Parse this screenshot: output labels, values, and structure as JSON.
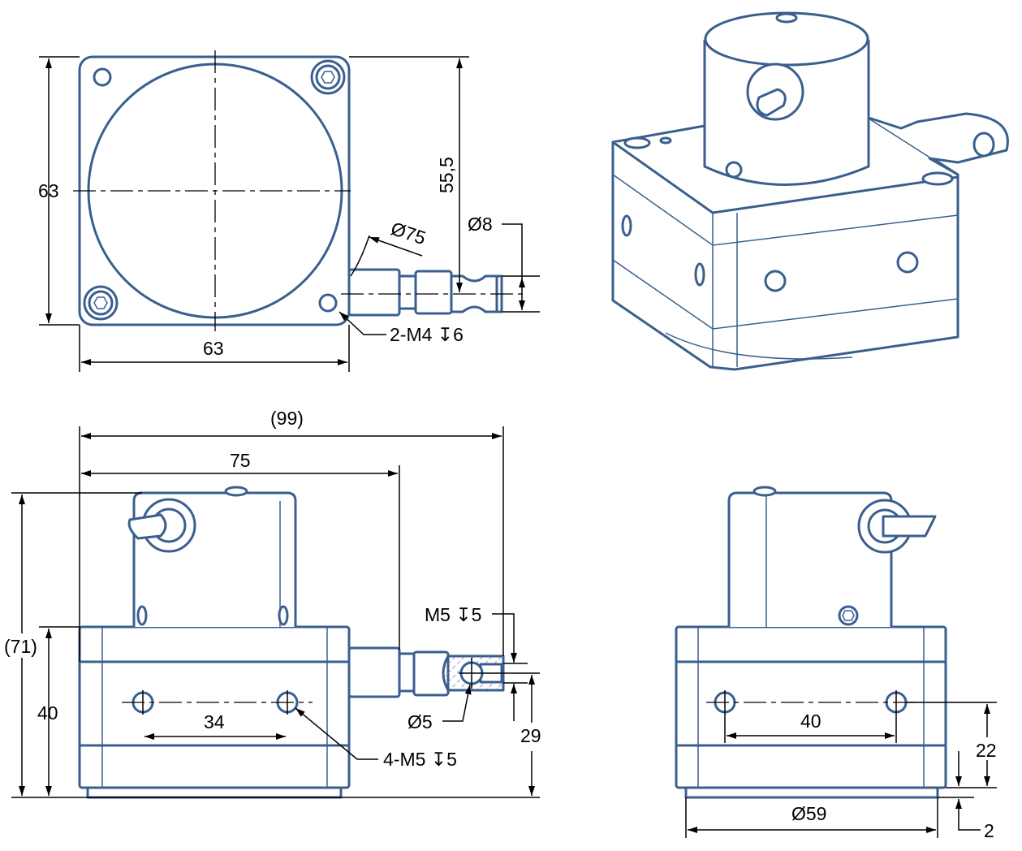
{
  "colors": {
    "outline": "#3a5f8f",
    "dimension": "#000000",
    "hatch": "#7b6fd0"
  },
  "top_view": {
    "height_dim": "63",
    "width_dim": "63",
    "offset_dim": "55,5",
    "circle_dim": "Ø75",
    "shaft_dim": "Ø8",
    "hole_note": "2-M4 ↧6"
  },
  "front_view": {
    "overall_length": "(99)",
    "housing_length": "75",
    "overall_height": "(71)",
    "body_height": "40",
    "hole_spacing": "34",
    "hole_note": "4-M5 ↧5",
    "thread_note": "M5 ↧5",
    "bore_dim": "Ø5",
    "axis_height": "29"
  },
  "side_view": {
    "hole_spacing": "40",
    "axis_height": "22",
    "flange_dim": "Ø59",
    "flange_thickness": "2"
  }
}
